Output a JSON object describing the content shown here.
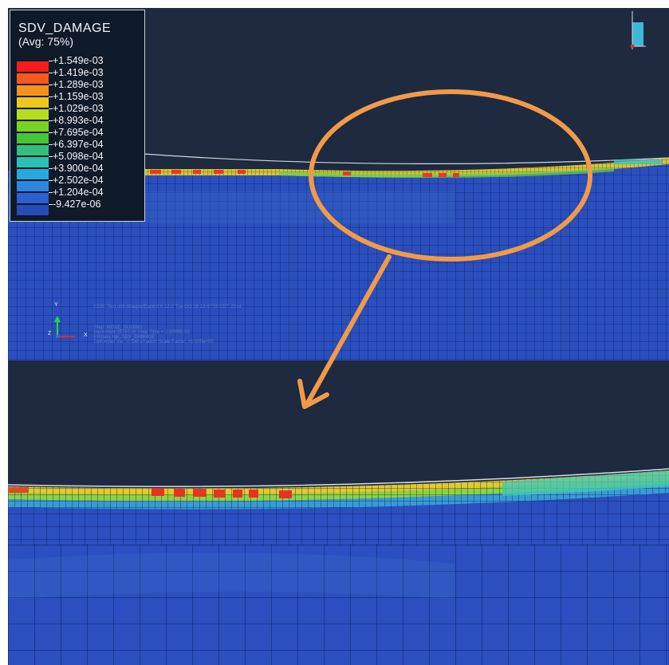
{
  "legend": {
    "title": "SDV_DAMAGE",
    "subtitle": "(Avg: 75%)",
    "entries": [
      {
        "label": "+1.549e-03",
        "color": "#f51d1a"
      },
      {
        "label": "+1.419e-03",
        "color": "#f6591a"
      },
      {
        "label": "+1.289e-03",
        "color": "#f6921a"
      },
      {
        "label": "+1.159e-03",
        "color": "#eec71b"
      },
      {
        "label": "+1.029e-03",
        "color": "#b7dc1d"
      },
      {
        "label": "+8.993e-04",
        "color": "#7ad223"
      },
      {
        "label": "+7.695e-04",
        "color": "#46c536"
      },
      {
        "label": "+6.397e-04",
        "color": "#30c07b"
      },
      {
        "label": "+5.098e-04",
        "color": "#2ac0b2"
      },
      {
        "label": "+3.900e-04",
        "color": "#28a9dc"
      },
      {
        "label": "+2.502e-04",
        "color": "#2e86df"
      },
      {
        "label": "+1.204e-04",
        "color": "#2c5fcf"
      },
      {
        "label": "-9.427e-06",
        "color": "#284cb8"
      }
    ]
  },
  "info": {
    "line1": "ODB: Test.odb    Abaqus/Explicit 6.12-2    Tue Oct 28 13:47:50 CET 2014",
    "line2": "Step: MOVE_SLIDING",
    "line3": "Increment   1529719: Step Time =   2.0000E-02",
    "line4": "Primary Var: SDV_DAMAGE",
    "line5": "Deformed Var: U   Deformation Scale Factor: +1.000e+00"
  },
  "axes": {
    "y": "Y",
    "z": "Z",
    "x": "X"
  },
  "colors": {
    "background": "#1d2a3f",
    "mesh_body": "#2a4fbd",
    "mesh_lines": "#0a1c5a",
    "highlight": "#f29a48"
  }
}
